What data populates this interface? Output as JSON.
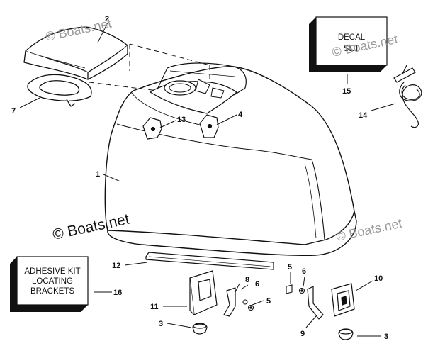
{
  "watermarks": {
    "top": "© Boats.net",
    "top_right": "© Boats.net",
    "center": "© Boats.net",
    "right": "© Boats.net"
  },
  "decal_box": {
    "line1": "DECAL",
    "line2": "SET"
  },
  "adhesive_box": {
    "line1": "ADHESIVE KIT",
    "line2": "LOCATING",
    "line3": "BRACKETS"
  },
  "callouts": {
    "c1": "1",
    "c2": "2",
    "c3a": "3",
    "c3b": "3",
    "c4": "4",
    "c5a": "5",
    "c5b": "5",
    "c6a": "6",
    "c6b": "6",
    "c7": "7",
    "c8": "8",
    "c9": "9",
    "c10": "10",
    "c11": "11",
    "c12": "12",
    "c13": "13",
    "c14": "14",
    "c15": "15",
    "c16": "16"
  }
}
